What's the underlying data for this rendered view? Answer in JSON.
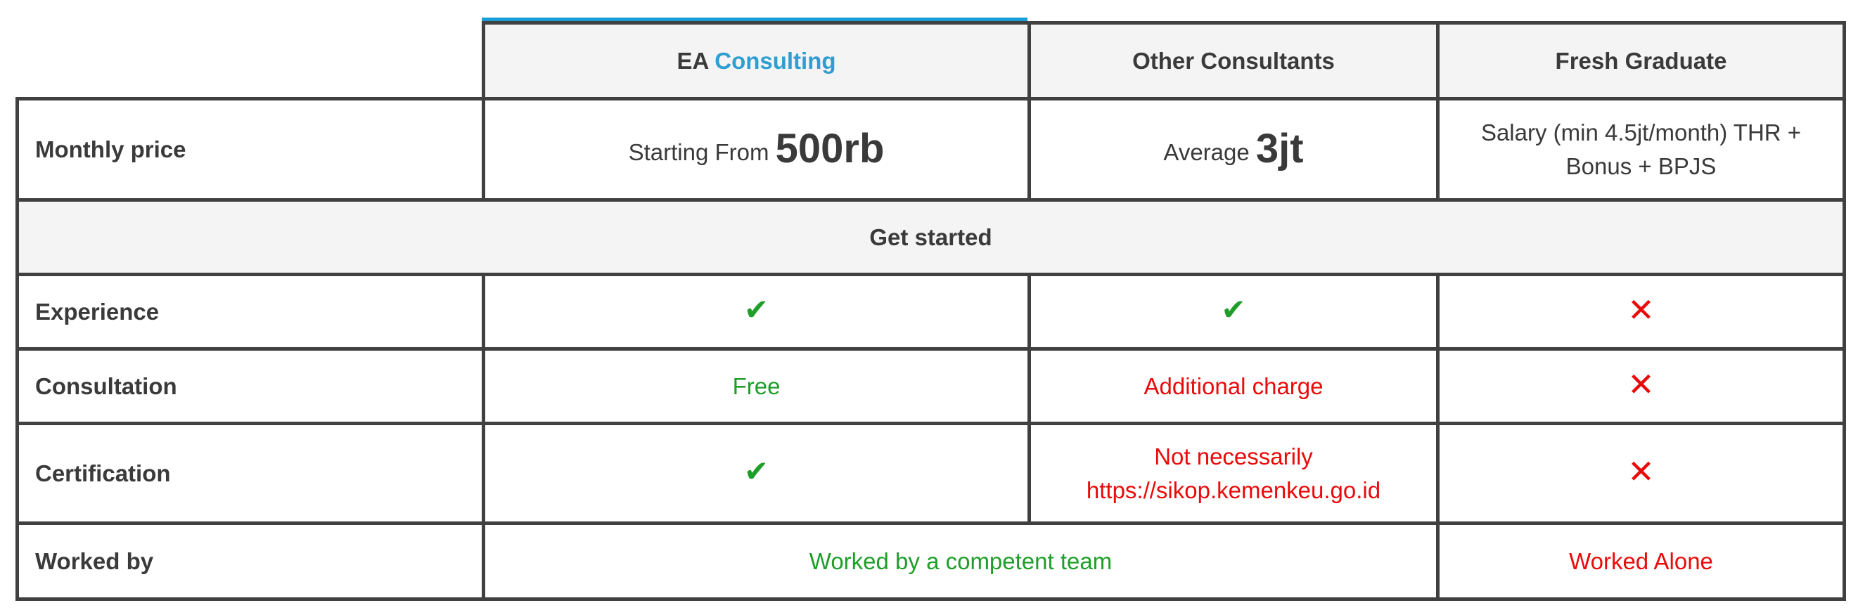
{
  "columns": {
    "ea_prefix": "EA",
    "ea_brand": "Consulting",
    "other": "Other Consultants",
    "fresh": "Fresh Graduate"
  },
  "colors": {
    "accent": "#159fd6",
    "positive": "#1f9e2a",
    "negative": "#ea0a0a",
    "border": "#404040",
    "header_bg": "#f4f4f4"
  },
  "rows": {
    "monthly_price": {
      "label": "Monthly price",
      "ea_prefix": "Starting From",
      "ea_value": "500rb",
      "other_prefix": "Average",
      "other_value": "3jt",
      "fresh": "Salary (min 4.5jt/month) THR + Bonus + BPJS"
    },
    "get_started": "Get started",
    "experience": {
      "label": "Experience",
      "ea_icon": "check-icon",
      "other_icon": "check-icon",
      "fresh_icon": "cross-icon"
    },
    "consultation": {
      "label": "Consultation",
      "ea": "Free",
      "other": "Additional charge",
      "fresh_icon": "cross-icon"
    },
    "certification": {
      "label": "Certification",
      "ea_icon": "check-icon",
      "other_line1": "Not necessarily",
      "other_line2": "https://sikop.kemenkeu.go.id",
      "fresh_icon": "cross-icon"
    },
    "worked_by": {
      "label": "Worked by",
      "team": "Worked by a competent team",
      "fresh": "Worked Alone"
    }
  },
  "glyphs": {
    "check": "✔",
    "cross": "✕"
  }
}
